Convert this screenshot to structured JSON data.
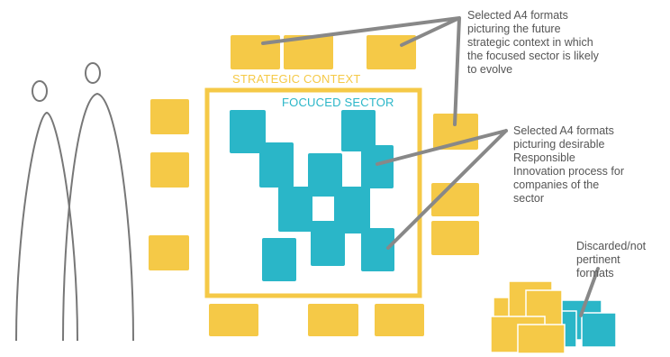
{
  "titles": {
    "strategic_context": "STRATEGIC CONTEXT",
    "focused_sector": "FOCUCED SECTOR"
  },
  "annotations": {
    "strategic": "Selected A4 formats\npicturing the future\nstrategic context in which\nthe focused sector is likely\nto evolve",
    "focused": "Selected A4 formats\npicturing desirable\nResponsible\nInnovation process for\ncompanies of the\nsector",
    "discarded": "Discarded/not\npertinent\nformats"
  },
  "colors": {
    "yellow_card": "#f5c947",
    "teal_card": "#2ab6c8",
    "frame": "#f5c947",
    "line": "#888888",
    "person_outline": "#777777"
  }
}
